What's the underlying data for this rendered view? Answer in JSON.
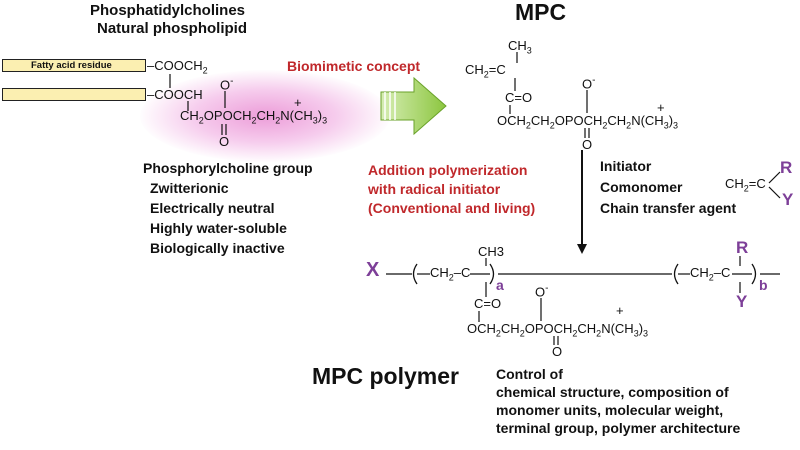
{
  "phospholipid": {
    "title_line1": "Phosphatidylcholines",
    "title_line2": "Natural phospholipid",
    "fatty_acid_label": "Fatty acid residue",
    "group_title": "Phosphorylcholine group",
    "properties": [
      "Zwitterionic",
      "Electrically neutral",
      "Highly water-soluble",
      "Biologically inactive"
    ]
  },
  "biomimetic": {
    "label": "Biomimetic concept"
  },
  "mpc": {
    "title": "MPC"
  },
  "polymerization": {
    "line1": "Addition polymerization",
    "line2": "with radical initiator",
    "line3": "(Conventional and living)"
  },
  "reagents": {
    "items": [
      "Initiator",
      "Comonomer",
      "Chain transfer agent"
    ],
    "R": "R",
    "Y": "Y"
  },
  "polymer": {
    "title": "MPC polymer",
    "X": "X",
    "R": "R",
    "Y": "Y",
    "sub_a": "a",
    "sub_b": "b",
    "control_lines": [
      "Control of",
      "chemical structure, composition of",
      "monomer units, molecular weight,",
      "terminal group, polymer architecture"
    ]
  },
  "colors": {
    "red_text": "#c0282b",
    "purple_text": "#7d3f98",
    "arrow_green": "#8cc63f",
    "fatty_box_fill": "#fbefb1",
    "glow_pink": "#e98cd2"
  }
}
